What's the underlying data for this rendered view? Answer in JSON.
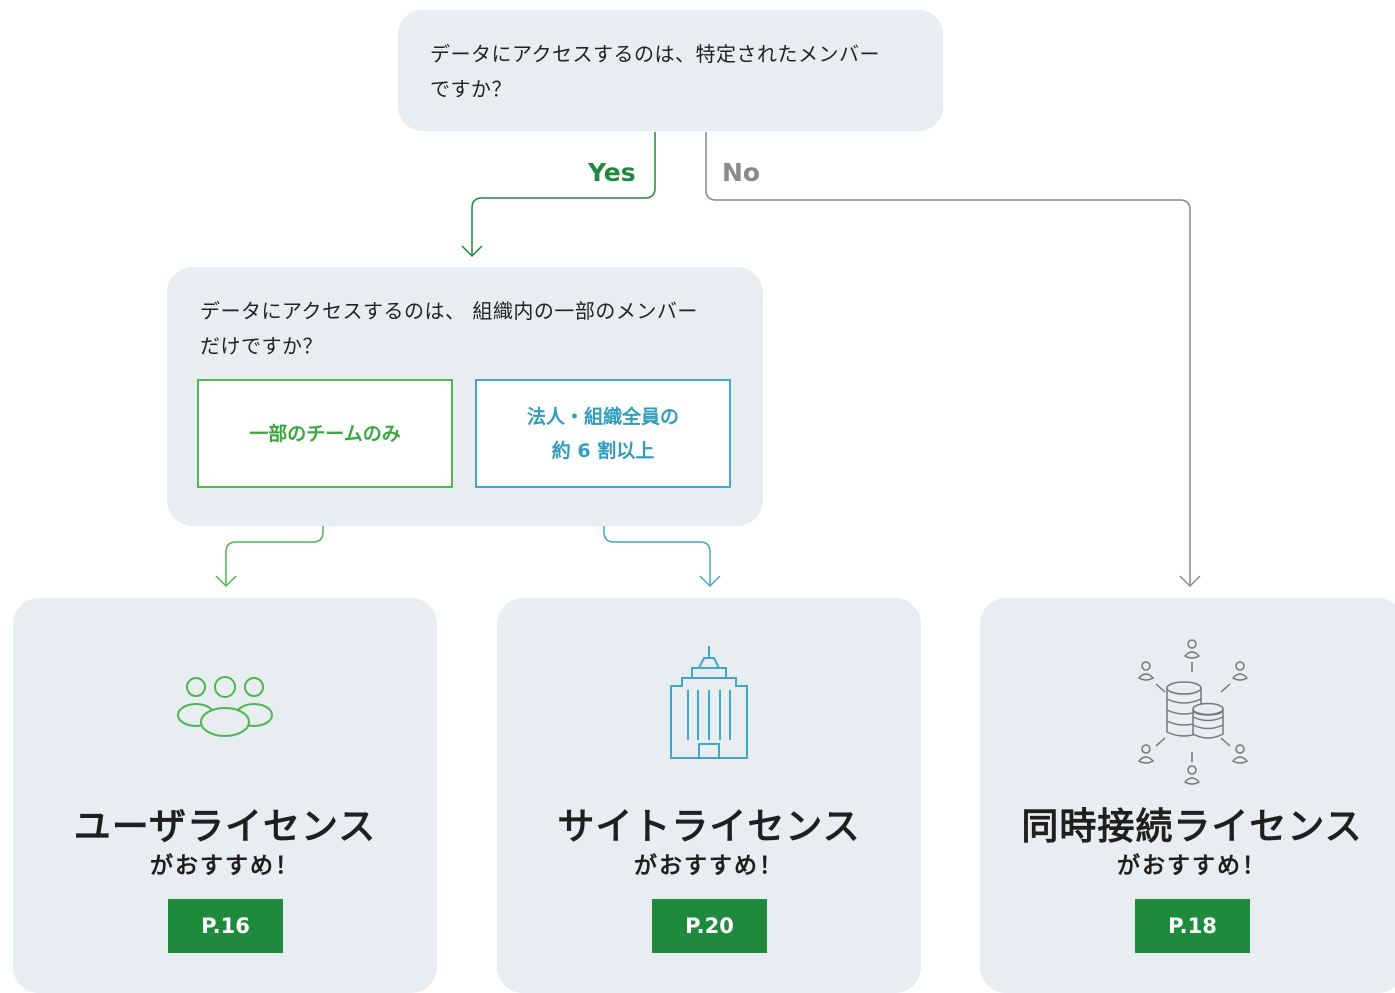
{
  "question1": {
    "text": "データにアクセスするのは、特定されたメンバー\nですか？"
  },
  "branches": {
    "yes": "Yes",
    "no": "No"
  },
  "question2": {
    "text": "データにアクセスするのは、 組織内の一部のメンバー\nだけですか？",
    "choices": [
      {
        "label": "一部のチームのみ"
      },
      {
        "label": "法人・組織全員の\n約 6 割以上"
      }
    ]
  },
  "results": [
    {
      "title": "ユーザライセンス",
      "subtitle": "がおすすめ！",
      "page": "P.16",
      "icon": "people-group-icon"
    },
    {
      "title": "サイトライセンス",
      "subtitle": "がおすすめ！",
      "page": "P.20",
      "icon": "office-building-icon"
    },
    {
      "title": "同時接続ライセンス",
      "subtitle": "がおすすめ！",
      "page": "P.18",
      "icon": "shared-database-network-icon"
    }
  ],
  "colors": {
    "green_dark": "#1f8a3b",
    "green_light": "#4cb74f",
    "blue": "#3ea9c9",
    "gray_line": "#8a8a8a",
    "box_bg": "#e8edf1"
  }
}
